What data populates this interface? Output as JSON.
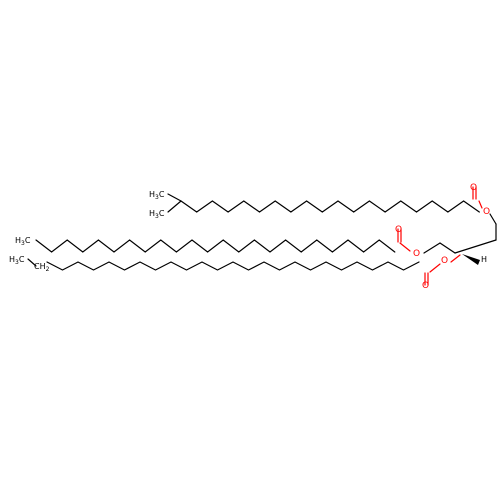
{
  "atoms": {
    "ester_oxygen": "O",
    "carbonyl_oxygen": "O",
    "hydrogen": "H",
    "methyl_c": "H",
    "methyl_sub": "3",
    "methyl_tail": "C",
    "methylene_c": "CH",
    "methylene_sub": "2"
  },
  "colors": {
    "bond": "#000000",
    "oxygen": "#ff0000",
    "background": "#ffffff"
  }
}
